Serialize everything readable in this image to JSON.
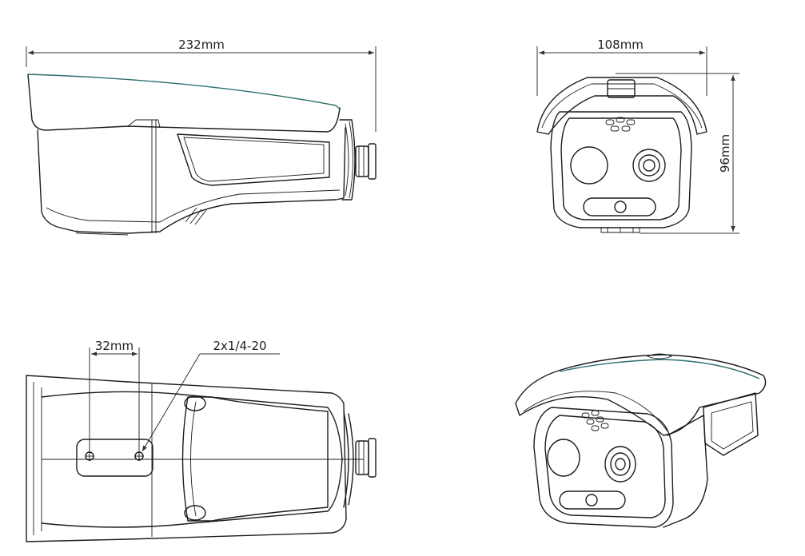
{
  "dimensions": {
    "side_length": "232mm",
    "front_width": "108mm",
    "front_height": "96mm",
    "mount_spacing": "32mm",
    "mount_thread": "2x1/4-20"
  },
  "colors": {
    "line": "#1c1c1c",
    "accent": "#2d6e6e",
    "background": "#ffffff"
  }
}
